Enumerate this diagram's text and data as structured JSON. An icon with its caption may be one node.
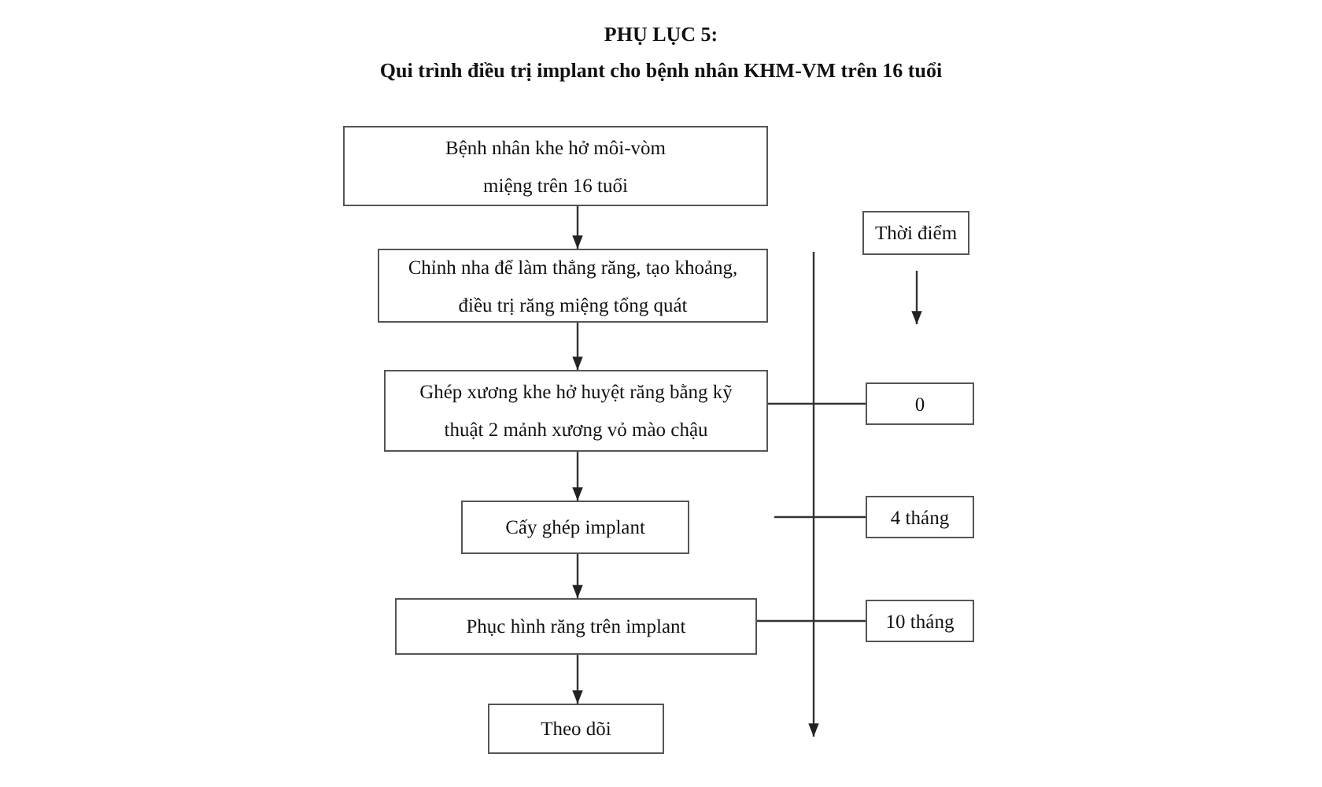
{
  "diagram": {
    "title": "PHỤ LỤC 5:",
    "nodes": [
      {
        "text": [
          "Bệnh nhân khe hở môi-vòm miệng trên 16 tuổi"
        ]
      },
      {
        "text": [
          "Chỉnh nha để làm thẳng răng, tạo khoảng, điều trị răng miệng tổng quát"
        ]
      },
      {
        "text": [
          "Ghép xương khe hở huyệt răng bằng kỹ thuật 2 mảnh xương vỏ mào chậu"
        ]
      },
      {
        "text": [
          "Cấy ghép implant"
        ]
      },
      {
        "text": [
          "Phục hình răng trên implant"
        ]
      },
      {
        "text": [
          "Theo dõi"
        ]
      },
      {
        "text": [
          "Thời điểm"
        ]
      },
      {
        "text": [
          "0"
        ]
      },
      {
        "text": [
          "4 tháng"
        ]
      },
      {
        "text": [
          "10 tháng"
        ]
      }
    ],
    "edges": [
      {
        "from": 0,
        "to": 1,
        "arrow": "to"
      },
      {
        "from": 1,
        "to": 2,
        "arrow": "to"
      },
      {
        "from": 2,
        "to": 3,
        "arrow": "to"
      },
      {
        "from": 3,
        "to": 4,
        "arrow": "to"
      },
      {
        "from": 4,
        "to": 5,
        "arrow": "to"
      },
      {
        "from": 6,
        "to": null,
        "arrow": "to"
      },
      {
        "from": 2,
        "to": 7,
        "arrow": "none"
      },
      {
        "from": null,
        "to": 8,
        "arrow": "none"
      },
      {
        "from": 4,
        "to": 9,
        "arrow": "none"
      }
    ],
    "labels": [
      "Qui trình điều trị implant cho bệnh nhân KHM-VM trên 16 tuổi"
    ]
  }
}
